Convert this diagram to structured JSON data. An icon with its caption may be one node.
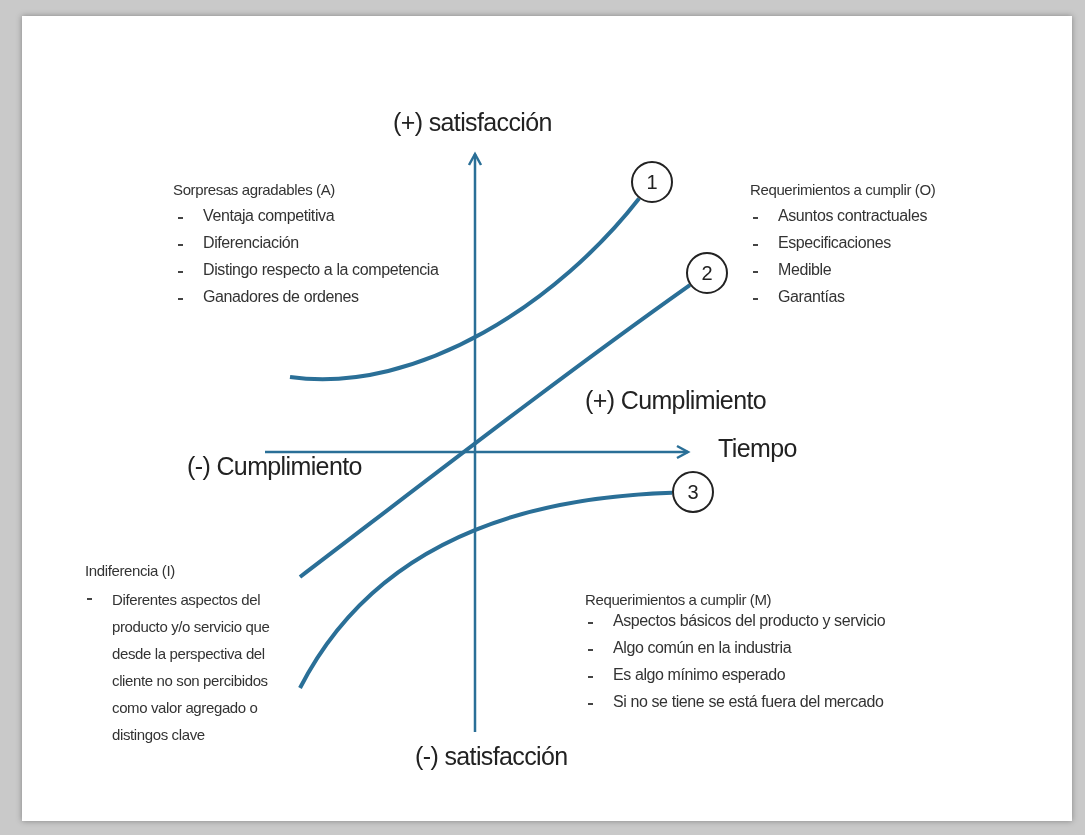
{
  "diagram": {
    "nodes": [
      {
        "text": [
          "1"
        ]
      },
      {
        "text": [
          "2"
        ]
      },
      {
        "text": [
          "3"
        ]
      }
    ],
    "edges": [
      {
        "from": null,
        "to": 0,
        "arrow": "none"
      },
      {
        "from": null,
        "to": 1,
        "arrow": "none"
      },
      {
        "from": null,
        "to": 2,
        "arrow": "none"
      }
    ],
    "labels": [
      "(+) satisfacción",
      "Sorpresas agradables (A)",
      "Ventaja competitiva",
      "Diferenciación",
      "Distingo respecto a la competencia",
      "Ganadores de ordenes",
      "Requerimientos a cumplir (O)",
      "Asuntos contractuales",
      "Especificaciones",
      "Medible",
      "Garantías",
      "(+) Cumplimiento",
      "Tiempo",
      "(-) Cumplimiento",
      "Indiferencia (I)",
      "Diferentes aspectos del producto y/o servicio que desde la perspectiva del cliente no son percibidos como valor agregado o distingos clave",
      "Requerimientos a cumplir (M)",
      "Aspectos básicos del producto y servicio",
      "Algo común en la industria",
      "Es algo mínimo esperado",
      "Si no se tiene se está fuera del mercado",
      "(-) satisfacción"
    ]
  }
}
